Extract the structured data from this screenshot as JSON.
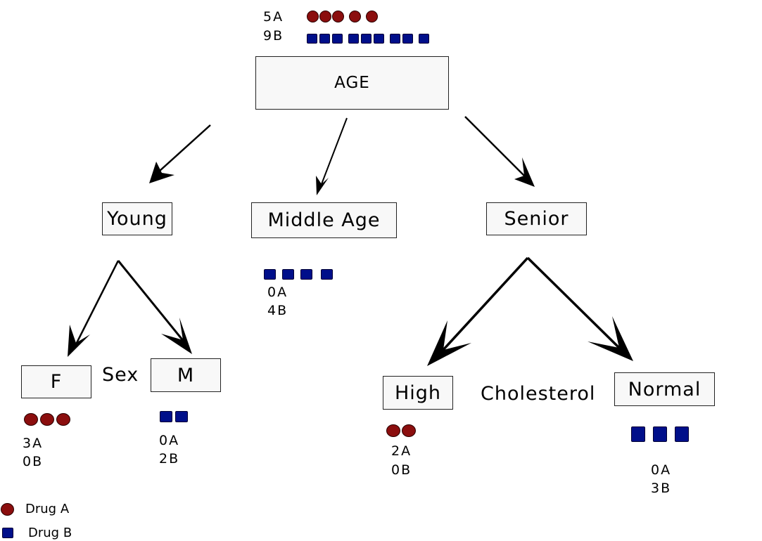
{
  "colors": {
    "drug_a": "#8b0e0e",
    "drug_b": "#000f8a"
  },
  "root": {
    "label": "AGE",
    "count_a": "5A",
    "count_b": "9B",
    "n_a": 5,
    "n_b": 9
  },
  "age_groups": {
    "young": {
      "label": "Young",
      "split_label": "Sex"
    },
    "middle": {
      "label": "Middle Age",
      "count_a": "0A",
      "count_b": "4B",
      "n_a": 0,
      "n_b": 4
    },
    "senior": {
      "label": "Senior",
      "split_label": "Cholesterol"
    }
  },
  "sex": {
    "f": {
      "label": "F",
      "count_a": "3A",
      "count_b": "0B",
      "n_a": 3,
      "n_b": 0
    },
    "m": {
      "label": "M",
      "count_a": "0A",
      "count_b": "2B",
      "n_a": 0,
      "n_b": 2
    }
  },
  "cholesterol": {
    "high": {
      "label": "High",
      "count_a": "2A",
      "count_b": "0B",
      "n_a": 2,
      "n_b": 0
    },
    "normal": {
      "label": "Normal",
      "count_a": "0A",
      "count_b": "3B",
      "n_a": 0,
      "n_b": 3
    }
  },
  "legend": [
    {
      "label": "Drug A",
      "icon": "circle-icon"
    },
    {
      "label": "Drug B",
      "icon": "square-icon"
    }
  ]
}
